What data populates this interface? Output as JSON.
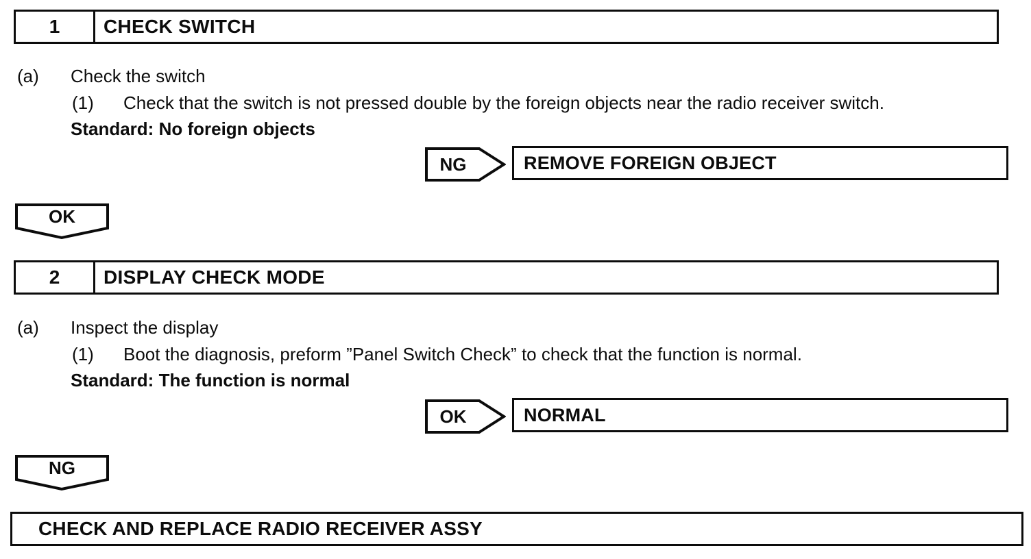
{
  "colors": {
    "ink": "#0c0c0c",
    "paper": "#ffffff"
  },
  "steps": [
    {
      "number": "1",
      "title": "CHECK SWITCH",
      "item_a_label": "(a)",
      "item_a_text": "Check the switch",
      "sub_label": "(1)",
      "sub_text": "Check that the switch is not pressed double by the foreign objects near the radio receiver switch.",
      "standard": "Standard: No foreign objects",
      "branch_tag": "NG",
      "branch_action": "REMOVE FOREIGN OBJECT",
      "continue_tag": "OK"
    },
    {
      "number": "2",
      "title": "DISPLAY CHECK MODE",
      "item_a_label": "(a)",
      "item_a_text": "Inspect the display",
      "sub_label": "(1)",
      "sub_text": "Boot the diagnosis, preform ”Panel Switch Check” to check that the function is normal.",
      "standard": "Standard: The function is normal",
      "branch_tag": "OK",
      "branch_action": "NORMAL",
      "continue_tag": "NG"
    }
  ],
  "final_action": "CHECK AND REPLACE RADIO RECEIVER ASSY"
}
